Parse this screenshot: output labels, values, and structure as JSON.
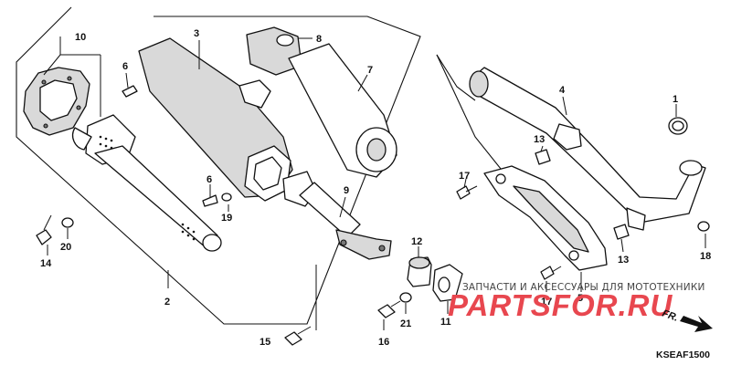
{
  "callouts": {
    "p1": "1",
    "p2": "2",
    "p3": "3",
    "p4": "4",
    "p5": "5",
    "p6a": "6",
    "p6b": "6",
    "p7": "7",
    "p8": "8",
    "p9": "9",
    "p10": "10",
    "p11": "11",
    "p12": "12",
    "p13a": "13",
    "p13b": "13",
    "p14": "14",
    "p15": "15",
    "p16": "16",
    "p17a": "17",
    "p17b": "17",
    "p18": "18",
    "p19": "19",
    "p20": "20",
    "p21": "21"
  },
  "watermark": {
    "tagline": "ЗАПЧАСТИ И АКСЕССУАРЫ ДЛЯ МОТОТЕХНИКИ",
    "brand": "PARTSFOR.RU"
  },
  "diagram_code": "KSEAF1500",
  "direction_label": "FR.",
  "colors": {
    "line": "#111111",
    "watermark_red": "#e8474f",
    "background": "#ffffff"
  }
}
